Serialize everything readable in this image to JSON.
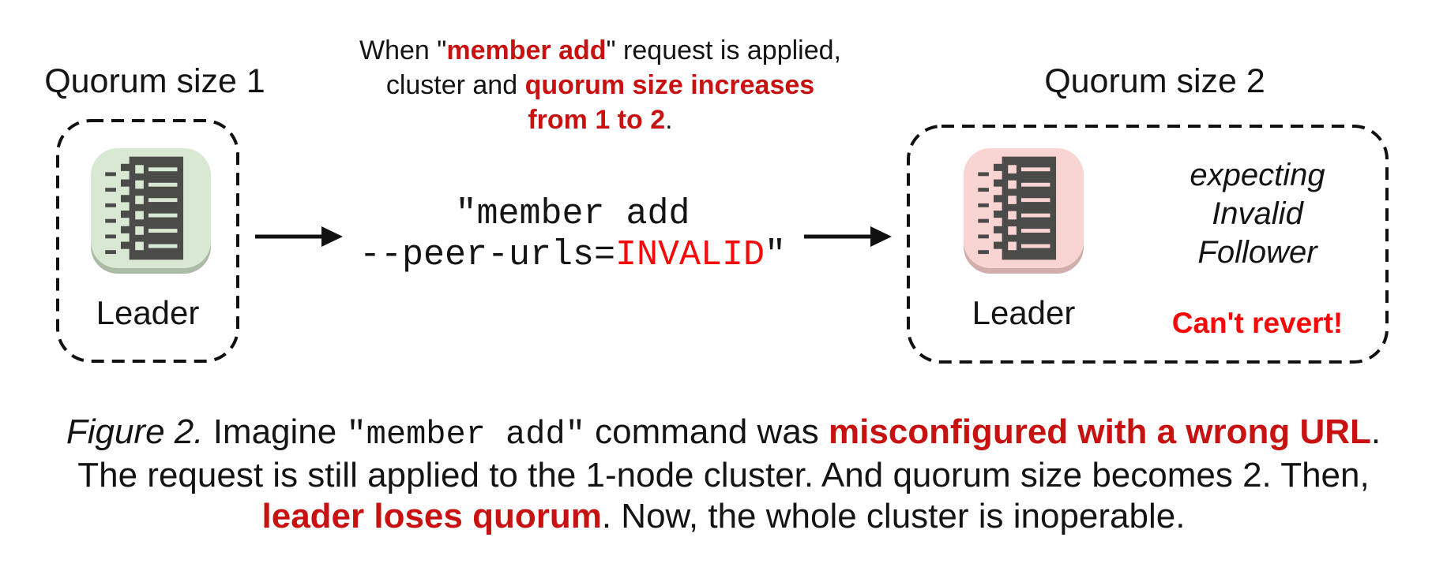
{
  "colors": {
    "text": "#141414",
    "red_dark": "#c81111",
    "red_bright": "#f80808",
    "glyph": "#4b4b49",
    "green_bg": "#d9e8d2",
    "green_shadow": "#abbba5",
    "pink_bg": "#f8d4d2",
    "pink_shadow": "#cfaeac"
  },
  "icons": {
    "leader_node": "log-list-icon",
    "flow_arrow": "right-arrow-icon"
  },
  "left_cluster": {
    "title": "Quorum size 1",
    "node_label": "Leader"
  },
  "right_cluster": {
    "title": "Quorum size 2",
    "node_label": "Leader",
    "expecting_lines": [
      "expecting",
      "Invalid",
      "Follower"
    ],
    "warning": "Can't revert!"
  },
  "top_note": {
    "l1_pre": "When \"",
    "l1_red": "member add",
    "l1_post": "\" request is applied,",
    "l2_pre": "cluster and ",
    "l2_red": "quorum size increases",
    "l3_red": "from 1 to 2",
    "l3_post": "."
  },
  "command": {
    "line1": "\"member add",
    "line2_pre": "--peer-urls=",
    "line2_red": "INVALID",
    "line2_post": "\""
  },
  "caption": {
    "l1_figure": "Figure 2.",
    "l1_t1": " Imagine ",
    "l1_mono": "\"member add\"",
    "l1_t2": " command was ",
    "l1_red": "misconfigured with a wrong URL",
    "l1_t3": ".",
    "l2": "The request is still applied to the 1-node cluster. And quorum size becomes 2. Then,",
    "l3_red": "leader loses quorum",
    "l3_t1": ". Now, the whole cluster is inoperable."
  }
}
